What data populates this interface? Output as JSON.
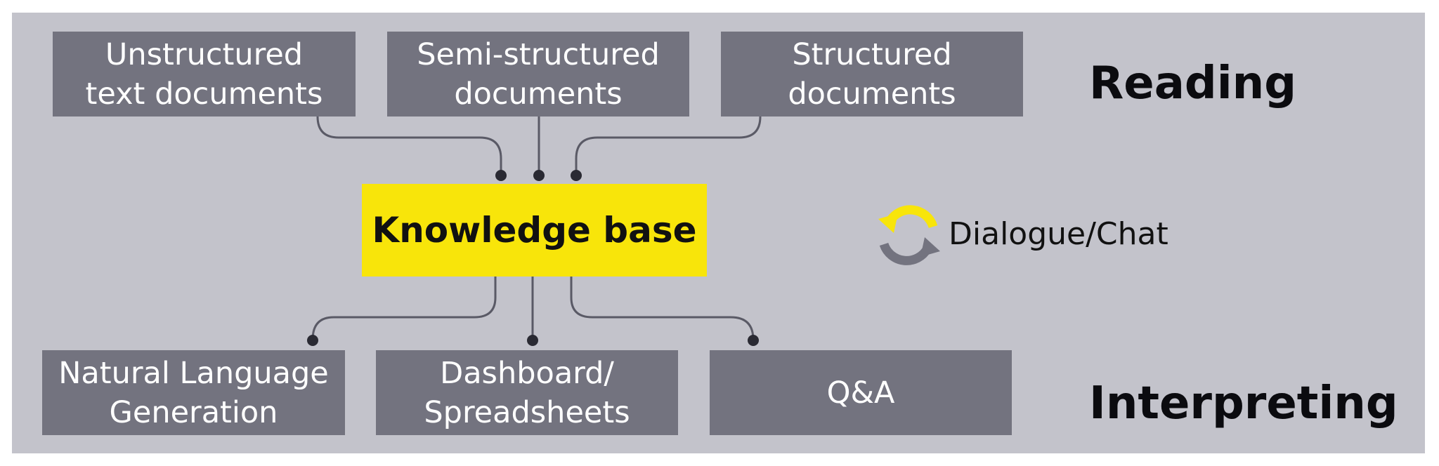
{
  "sections": {
    "reading": "Reading",
    "interpreting": "Interpreting"
  },
  "inputs": [
    {
      "label": "Unstructured\ntext documents"
    },
    {
      "label": "Semi-structured\ndocuments"
    },
    {
      "label": "Structured\ndocuments"
    }
  ],
  "center": {
    "label": "Knowledge base"
  },
  "outputs": [
    {
      "label": "Natural Language\nGeneration"
    },
    {
      "label": "Dashboard/\nSpreadsheets"
    },
    {
      "label": "Q&A"
    }
  ],
  "dialogue": {
    "label": "Dialogue/Chat",
    "icon": "refresh-cycle-icon"
  },
  "colors": {
    "background": "#c3c3cb",
    "box": "#73737f",
    "accent": "#f8e50a",
    "connector": "#5a5a66",
    "dot": "#2a2a33"
  }
}
